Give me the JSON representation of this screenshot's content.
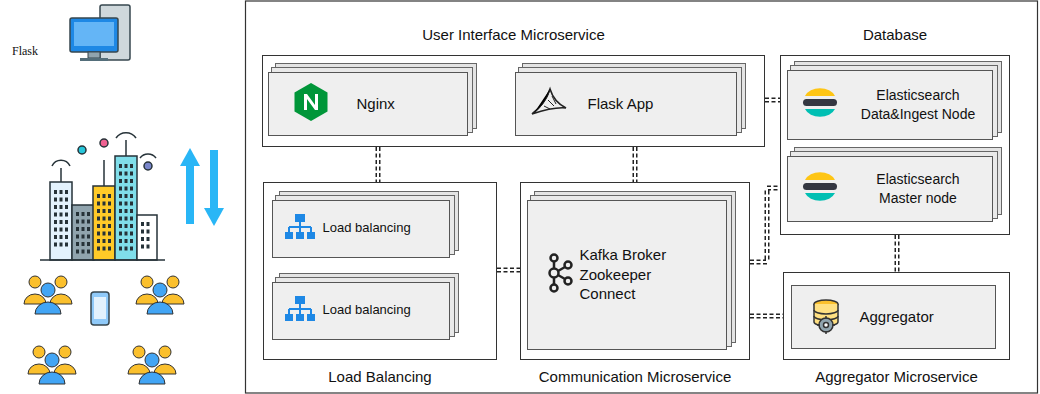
{
  "diagram": {
    "nodes": [
      {
        "text": [
          "User Interface Microservice"
        ]
      },
      {
        "text": [
          "Nginx"
        ],
        "in": 0
      },
      {
        "text": [
          "Flask App"
        ],
        "in": 0
      },
      {
        "text": [
          "Database"
        ]
      },
      {
        "text": [
          "Elasticsearch Data&Ingest Node"
        ],
        "in": 3
      },
      {
        "text": [
          "Elasticsearch Master node"
        ],
        "in": 3
      },
      {
        "text": [
          "Load Balancing"
        ]
      },
      {
        "text": [
          "Load balancing"
        ],
        "in": 6
      },
      {
        "text": [
          "Load balancing"
        ],
        "in": 6
      },
      {
        "text": [
          "Communication Microservice"
        ]
      },
      {
        "text": [
          "Kafka Broker Zookeeper Connect"
        ],
        "in": 9
      },
      {
        "text": [
          "Aggregator Microservice"
        ]
      },
      {
        "text": [
          "Aggregator"
        ],
        "in": 11
      }
    ],
    "edges": [
      {
        "from": 0,
        "to": 6,
        "arrow": "none"
      },
      {
        "from": 0,
        "to": 9,
        "arrow": "none"
      },
      {
        "from": 0,
        "to": 3,
        "arrow": "none"
      },
      {
        "from": 6,
        "to": 9,
        "arrow": "none"
      },
      {
        "from": 9,
        "to": 3,
        "arrow": "none"
      },
      {
        "from": 9,
        "to": 11,
        "arrow": "none"
      },
      {
        "from": 3,
        "to": 11,
        "arrow": "none"
      }
    ],
    "labels": [
      "Flask"
    ]
  }
}
